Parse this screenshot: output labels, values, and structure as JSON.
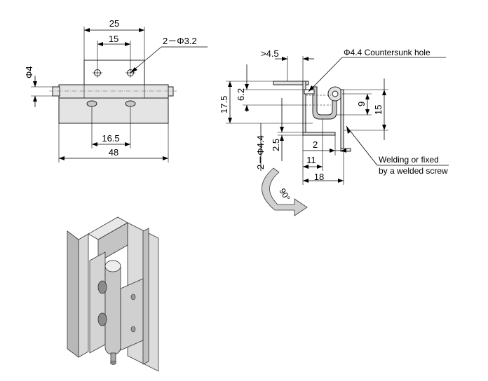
{
  "front_view": {
    "dim_width_top": "25",
    "dim_hole_spacing": "15",
    "dim_holes": "2－Φ3.2",
    "dim_pin_dia": "Φ4",
    "dim_lower_hole": "16.5",
    "dim_overall": "48"
  },
  "side_view": {
    "dim_clearance": ">4.5",
    "dim_countersunk": "Φ4.4 Countersunk hole",
    "dim_height": "17.5",
    "dim_offset": "6.2",
    "dim_9": "9",
    "dim_15": "15",
    "dim_holes": "2－Φ4.4",
    "dim_2_5": "2.5",
    "dim_2": "2",
    "dim_11": "11",
    "dim_18": "18",
    "note_line1": "Welding or fixed",
    "note_line2": "by a welded screw",
    "rotation": "90°"
  },
  "colors": {
    "metal_light": "#e4e4e4",
    "metal_mid": "#c8c8c8",
    "metal_dark": "#9a9a9a",
    "arrow_gray": "#d0d0d0"
  }
}
